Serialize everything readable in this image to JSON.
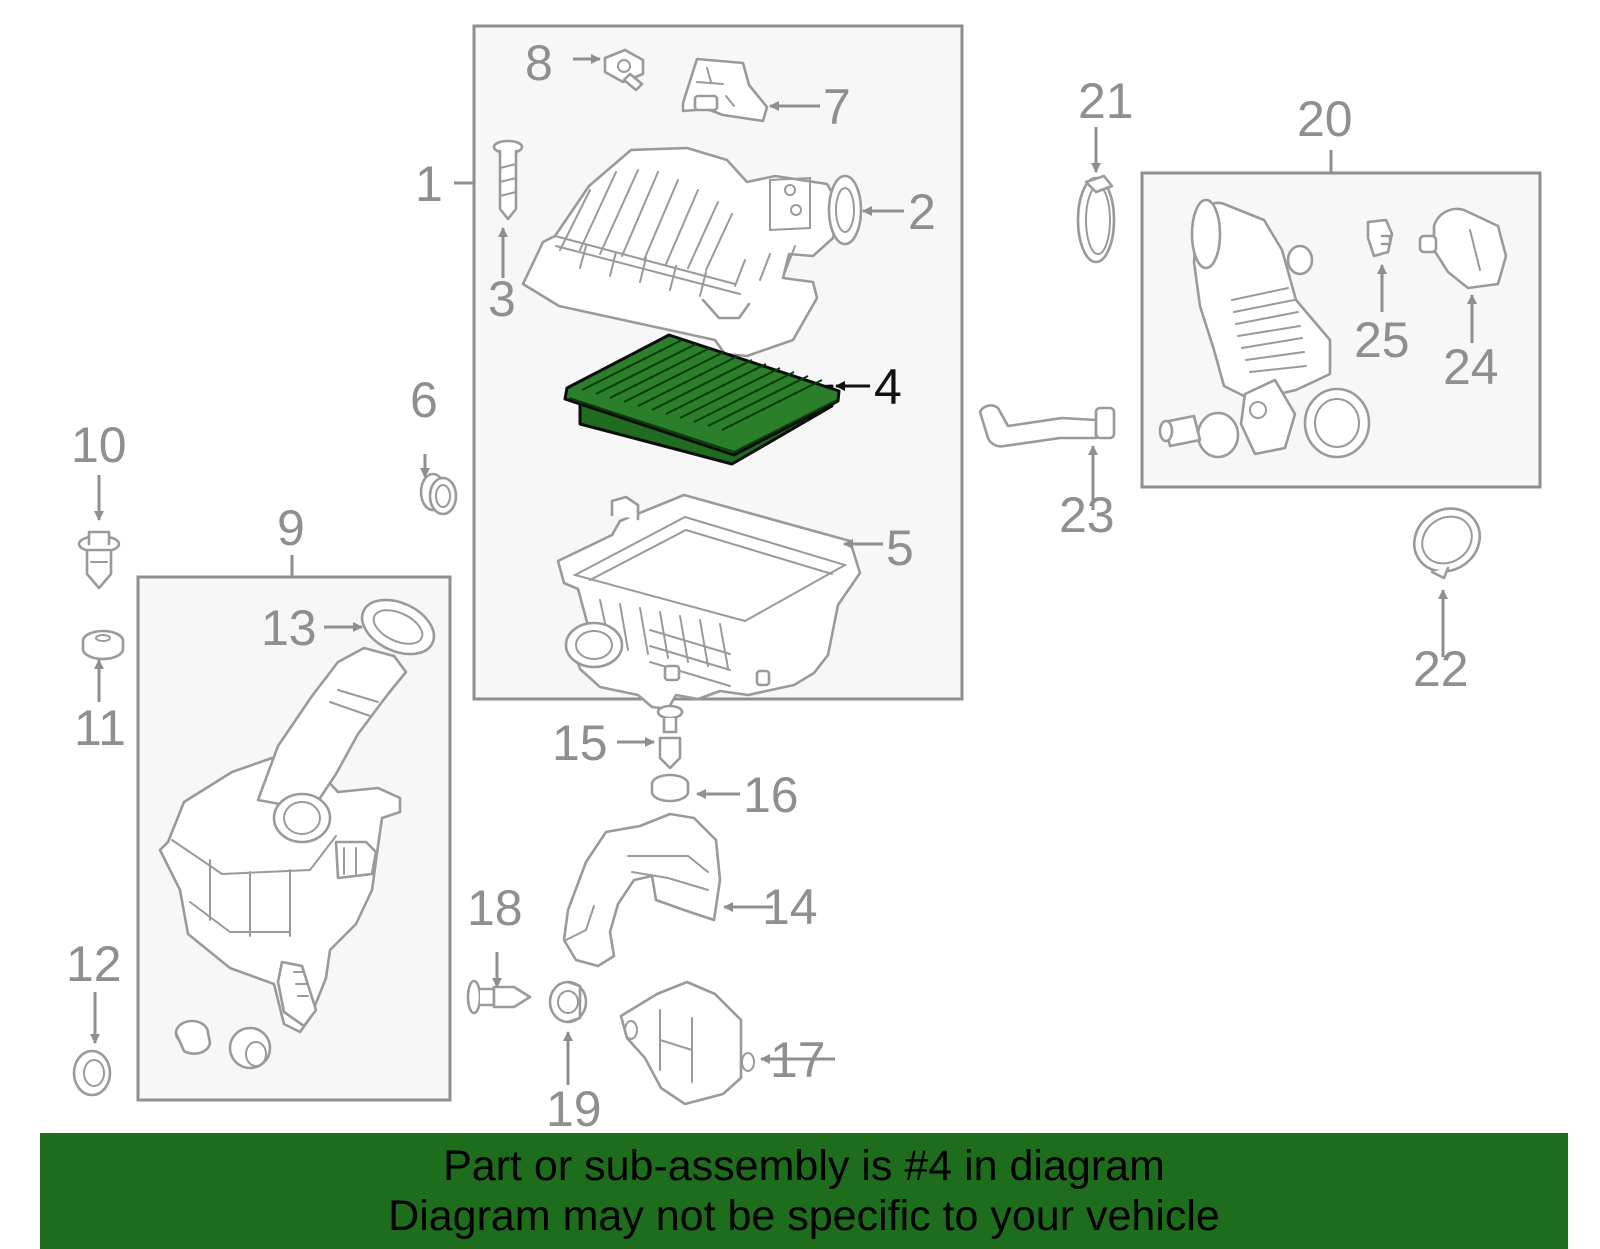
{
  "colors": {
    "highlight_fill": "#1d6d1d",
    "line_gray": "#8f8f8f",
    "highlight_label": "#111111",
    "box_fill": "#f7f7f7"
  },
  "highlighted_part": "4",
  "callouts": {
    "c1": "1",
    "c2": "2",
    "c3": "3",
    "c4": "4",
    "c5": "5",
    "c6": "6",
    "c7": "7",
    "c8": "8",
    "c9": "9",
    "c10": "10",
    "c11": "11",
    "c12": "12",
    "c13": "13",
    "c14": "14",
    "c15": "15",
    "c16": "16",
    "c17": "17",
    "c18": "18",
    "c19": "19",
    "c20": "20",
    "c21": "21",
    "c22": "22",
    "c23": "23",
    "c24": "24",
    "c25": "25"
  },
  "footer": {
    "line1": "Part or sub-assembly is #4 in diagram",
    "line2": "Diagram may not be specific to your vehicle"
  }
}
